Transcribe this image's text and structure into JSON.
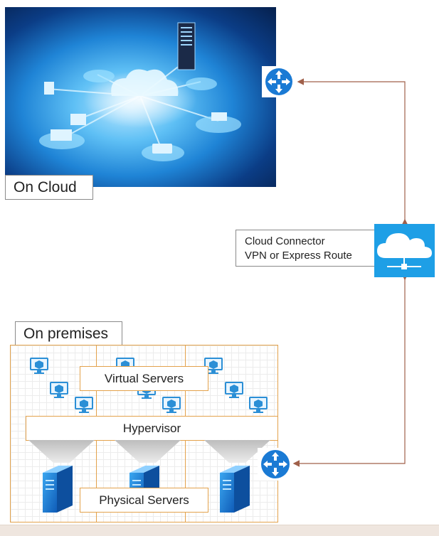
{
  "labels": {
    "on_cloud": "On Cloud",
    "on_premises": "On premises",
    "connector_line1": "Cloud Connector",
    "connector_line2": "VPN or Express Route",
    "virtual_servers": "Virtual Servers",
    "hypervisor": "Hypervisor",
    "physical_servers": "Physical Servers"
  },
  "colors": {
    "router": "#1a7ad4",
    "connector_tile": "#1e9fe6",
    "arrow": "#a0604a",
    "frame": "#e3a24c"
  },
  "icons": [
    "router-icon",
    "cloud-network-icon",
    "monitor-vm-icon",
    "server-tower-icon"
  ]
}
